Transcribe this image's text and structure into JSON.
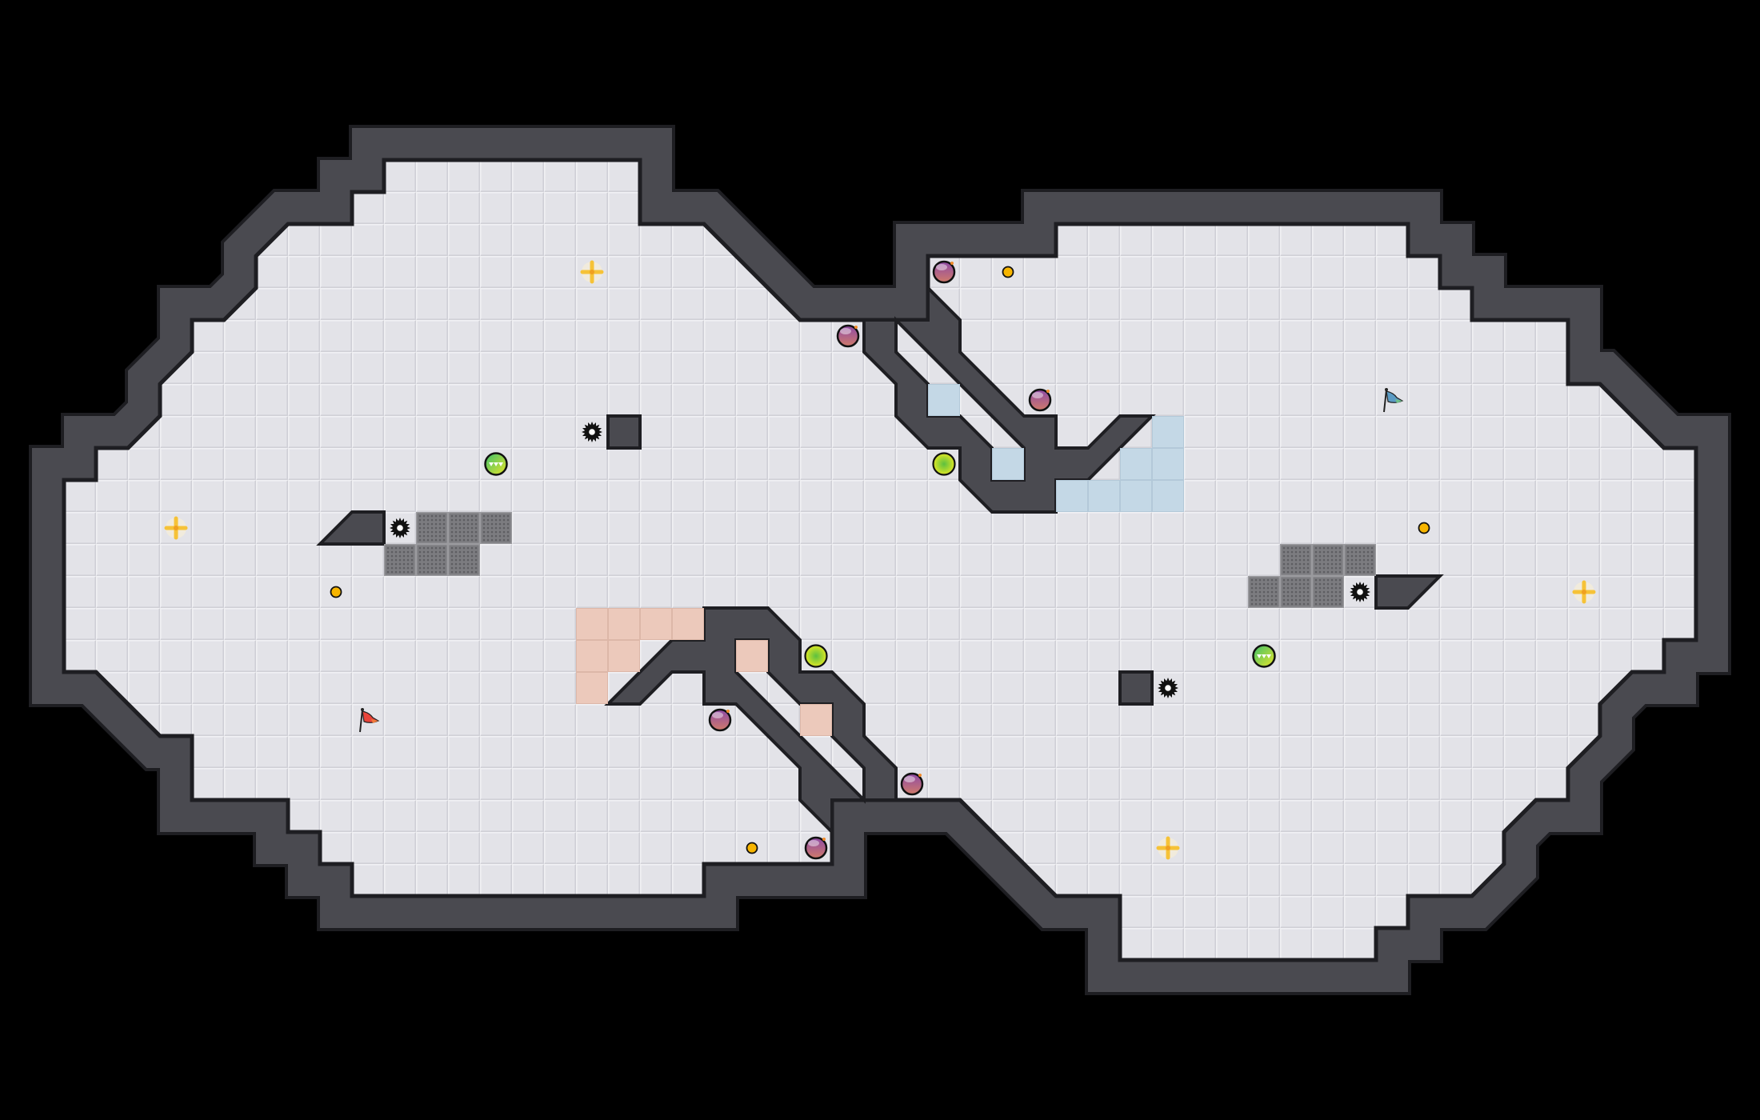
{
  "map": {
    "colors": {
      "background": "#000000",
      "floor": "#e3e3e8",
      "floor_highlight": "#f1f1f4",
      "floor_shadow": "#cdcdd4",
      "wall": "#4a4a50",
      "wall_edge": "#1e1e22",
      "blue_zone": "#c4d8e6",
      "red_zone": "#ecc9bb",
      "grate": "#7c7c80",
      "grate_dot": "#5e5e62"
    }
  },
  "teams": {
    "red": {
      "flag_icon": "red-flag-icon",
      "flag_color": "#e8443a",
      "accent": "#f07a3a"
    },
    "blue": {
      "flag_icon": "blue-flag-icon",
      "flag_color": "#5b9bc4",
      "accent": "#6fc08a"
    }
  },
  "objects": {
    "bombs": {
      "icon": "bomb-icon",
      "count": 6,
      "color_light": "#c374b4",
      "color_dark": "#6b3a86"
    },
    "spikes": {
      "icon": "spike-icon",
      "count": 4,
      "color": "#111111"
    },
    "boosts": {
      "icon": "boost-pinwheel-icon",
      "count": 4,
      "color": "#f6c237"
    },
    "pellets": {
      "icon": "pellet-icon",
      "count": 4,
      "color": "#f7b500"
    },
    "powerups": {
      "icon": "powerup-icon",
      "count": 2,
      "color_a": "#3cc06a",
      "color_b": "#e8e52a"
    },
    "gates": {
      "icon": "neutral-ball-icon",
      "count": 2,
      "color_a": "#5cc040",
      "color_b": "#eaea22"
    },
    "grates": {
      "icon": "grate-tile-icon",
      "count": 12
    }
  }
}
